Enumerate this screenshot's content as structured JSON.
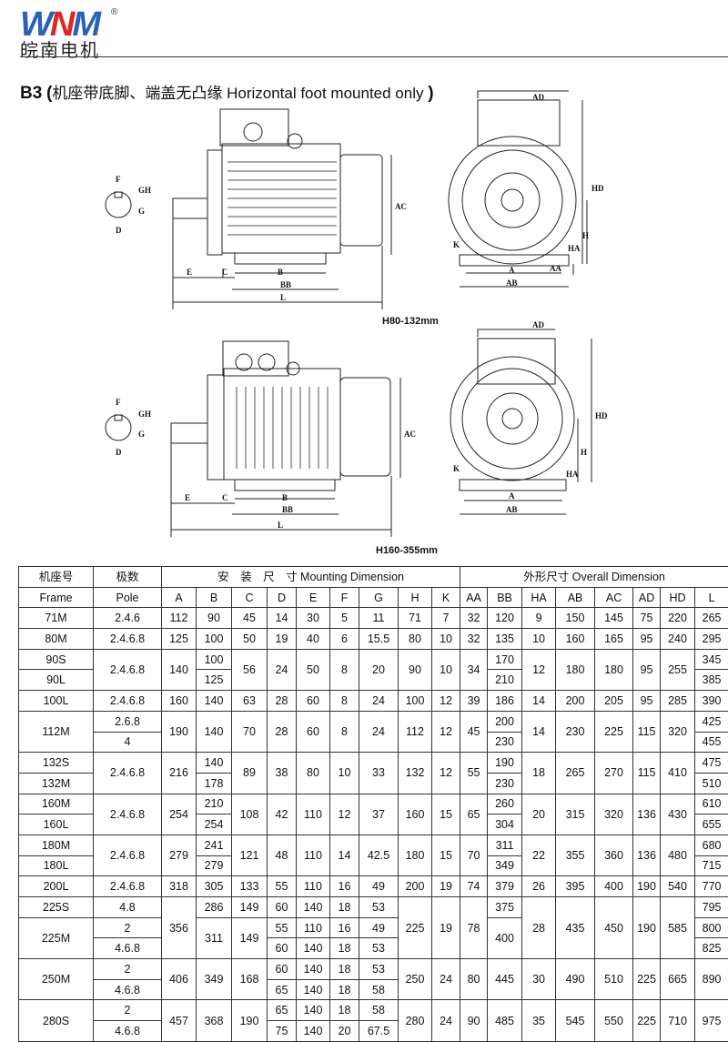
{
  "logo": {
    "mark": "WNM",
    "reg": "®",
    "cn": "皖南电机"
  },
  "title": {
    "code": "B3",
    "paren_open": "(",
    "cn": "机座带底脚、端盖无凸缘",
    "en": " Horizontal foot mounted only ",
    "paren_close": ")"
  },
  "diagram_labels": {
    "F": "F",
    "GH": "GH",
    "G": "G",
    "D": "D",
    "E": "E",
    "C": "C",
    "B": "B",
    "BB": "BB",
    "L": "L",
    "AC": "AC",
    "AD": "AD",
    "HD": "HD",
    "H": "H",
    "K": "K",
    "HA": "HA",
    "AA": "AA",
    "A": "A",
    "AB": "AB"
  },
  "captions": {
    "top": "H80-132mm",
    "bottom": "H160-355mm"
  },
  "table": {
    "header1": {
      "frame_cn": "机座号",
      "pole_cn": "极数",
      "mounting": "安　装　尺　寸 Mounting Dimension",
      "overall": "外形尺寸 Overall Dimension"
    },
    "header2": [
      "Frame",
      "Pole",
      "A",
      "B",
      "C",
      "D",
      "E",
      "F",
      "G",
      "H",
      "K",
      "AA",
      "BB",
      "HA",
      "AB",
      "AC",
      "AD",
      "HD",
      "L"
    ],
    "rows": [
      [
        "71M",
        "2.4.6",
        "112",
        "90",
        "45",
        "14",
        "30",
        "5",
        "11",
        "71",
        "7",
        "32",
        "120",
        "9",
        "150",
        "145",
        "75",
        "220",
        "265"
      ],
      [
        "80M",
        "2.4.6.8",
        "125",
        "100",
        "50",
        "19",
        "40",
        "6",
        "15.5",
        "80",
        "10",
        "32",
        "135",
        "10",
        "160",
        "165",
        "95",
        "240",
        "295"
      ],
      [
        "90S",
        [
          "2.4.6.8",
          2
        ],
        [
          "140",
          2
        ],
        "100",
        [
          "56",
          2
        ],
        [
          "24",
          2
        ],
        [
          "50",
          2
        ],
        [
          "8",
          2
        ],
        [
          "20",
          2
        ],
        [
          "90",
          2
        ],
        [
          "10",
          2
        ],
        [
          "34",
          2
        ],
        "170",
        [
          "12",
          2
        ],
        [
          "180",
          2
        ],
        [
          "180",
          2
        ],
        [
          "95",
          2
        ],
        [
          "255",
          2
        ],
        "345"
      ],
      [
        "90L",
        "125",
        "210",
        "385"
      ],
      [
        "100L",
        "2.4.6.8",
        "160",
        "140",
        "63",
        "28",
        "60",
        "8",
        "24",
        "100",
        "12",
        "39",
        "186",
        "14",
        "200",
        "205",
        "95",
        "285",
        "390"
      ],
      [
        [
          "112M",
          2
        ],
        "2.6.8",
        [
          "190",
          2
        ],
        [
          "140",
          2
        ],
        [
          "70",
          2
        ],
        [
          "28",
          2
        ],
        [
          "60",
          2
        ],
        [
          "8",
          2
        ],
        [
          "24",
          2
        ],
        [
          "112",
          2
        ],
        [
          "12",
          2
        ],
        [
          "45",
          2
        ],
        "200",
        [
          "14",
          2
        ],
        [
          "230",
          2
        ],
        [
          "225",
          2
        ],
        [
          "115",
          2
        ],
        [
          "320",
          2
        ],
        "425"
      ],
      [
        "4",
        "230",
        "455"
      ],
      [
        "132S",
        [
          "2.4.6.8",
          2
        ],
        [
          "216",
          2
        ],
        "140",
        [
          "89",
          2
        ],
        [
          "38",
          2
        ],
        [
          "80",
          2
        ],
        [
          "10",
          2
        ],
        [
          "33",
          2
        ],
        [
          "132",
          2
        ],
        [
          "12",
          2
        ],
        [
          "55",
          2
        ],
        "190",
        [
          "18",
          2
        ],
        [
          "265",
          2
        ],
        [
          "270",
          2
        ],
        [
          "115",
          2
        ],
        [
          "410",
          2
        ],
        "475"
      ],
      [
        "132M",
        "178",
        "230",
        "510"
      ],
      [
        "160M",
        [
          "2.4.6.8",
          2
        ],
        [
          "254",
          2
        ],
        "210",
        [
          "108",
          2
        ],
        [
          "42",
          2
        ],
        [
          "110",
          2
        ],
        [
          "12",
          2
        ],
        [
          "37",
          2
        ],
        [
          "160",
          2
        ],
        [
          "15",
          2
        ],
        [
          "65",
          2
        ],
        "260",
        [
          "20",
          2
        ],
        [
          "315",
          2
        ],
        [
          "320",
          2
        ],
        [
          "136",
          2
        ],
        [
          "430",
          2
        ],
        "610"
      ],
      [
        "160L",
        "254",
        "304",
        "655"
      ],
      [
        "180M",
        [
          "2.4.6.8",
          2
        ],
        [
          "279",
          2
        ],
        "241",
        [
          "121",
          2
        ],
        [
          "48",
          2
        ],
        [
          "110",
          2
        ],
        [
          "14",
          2
        ],
        [
          "42.5",
          2
        ],
        [
          "180",
          2
        ],
        [
          "15",
          2
        ],
        [
          "70",
          2
        ],
        "311",
        [
          "22",
          2
        ],
        [
          "355",
          2
        ],
        [
          "360",
          2
        ],
        [
          "136",
          2
        ],
        [
          "480",
          2
        ],
        "680"
      ],
      [
        "180L",
        "279",
        "349",
        "715"
      ],
      [
        "200L",
        "2.4.6.8",
        "318",
        "305",
        "133",
        "55",
        "110",
        "16",
        "49",
        "200",
        "19",
        "74",
        "379",
        "26",
        "395",
        "400",
        "190",
        "540",
        "770"
      ],
      [
        "225S",
        "4.8",
        [
          "356",
          3
        ],
        "286",
        "149",
        "60",
        "140",
        "18",
        "53",
        [
          "225",
          3
        ],
        [
          "19",
          3
        ],
        [
          "78",
          3
        ],
        "375",
        [
          "28",
          3
        ],
        [
          "435",
          3
        ],
        [
          "450",
          3
        ],
        [
          "190",
          3
        ],
        [
          "585",
          3
        ],
        "795"
      ],
      [
        [
          "225M",
          2
        ],
        "2",
        [
          "311",
          2
        ],
        [
          "149",
          2
        ],
        "55",
        "110",
        "16",
        "49",
        [
          "400",
          2
        ],
        "800"
      ],
      [
        "4.6.8",
        "60",
        "140",
        "18",
        "53",
        "825"
      ],
      [
        [
          "250M",
          2
        ],
        "2",
        [
          "406",
          2
        ],
        [
          "349",
          2
        ],
        [
          "168",
          2
        ],
        "60",
        "140",
        "18",
        "53",
        [
          "250",
          2
        ],
        [
          "24",
          2
        ],
        [
          "80",
          2
        ],
        [
          "445",
          2
        ],
        [
          "30",
          2
        ],
        [
          "490",
          2
        ],
        [
          "510",
          2
        ],
        [
          "225",
          2
        ],
        [
          "665",
          2
        ],
        [
          "890",
          2
        ]
      ],
      [
        "4.6.8",
        "65",
        "140",
        "18",
        "58"
      ],
      [
        [
          "280S",
          2
        ],
        "2",
        [
          "457",
          2
        ],
        [
          "368",
          2
        ],
        [
          "190",
          2
        ],
        "65",
        "140",
        "18",
        "58",
        [
          "280",
          2
        ],
        [
          "24",
          2
        ],
        [
          "90",
          2
        ],
        [
          "485",
          2
        ],
        [
          "35",
          2
        ],
        [
          "545",
          2
        ],
        [
          "550",
          2
        ],
        [
          "225",
          2
        ],
        [
          "710",
          2
        ],
        [
          "975",
          2
        ]
      ],
      [
        "4.6.8",
        "75",
        "140",
        "20",
        "67.5"
      ]
    ]
  }
}
